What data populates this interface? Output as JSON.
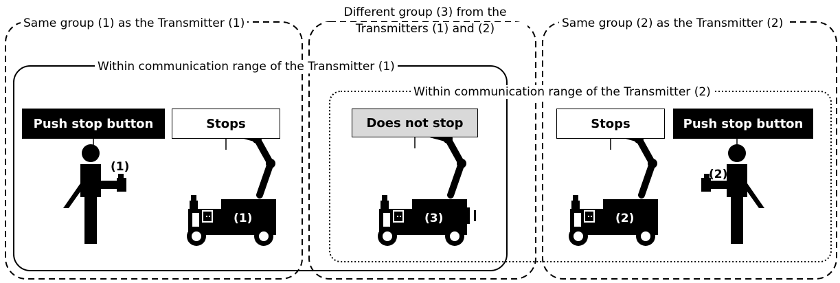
{
  "groups": {
    "left_label": "Same group (1) as the Transmitter (1)",
    "middle_label_line1": "Different group (3) from the",
    "middle_label_line2": "Transmitters (1) and (2)",
    "right_label": "Same group (2) as the Transmitter (2)"
  },
  "ranges": {
    "transmitter1_label": "Within communication range of the Transmitter (1)",
    "transmitter2_label": "Within communication range of the Transmitter (2)"
  },
  "scenes": {
    "operator1": {
      "box": "Push stop button",
      "tag": "(1)"
    },
    "machine1": {
      "box": "Stops",
      "tag": "(1)"
    },
    "machine3": {
      "box": "Does not stop",
      "tag": "(3)"
    },
    "machine2": {
      "box": "Stops",
      "tag": "(2)"
    },
    "operator2": {
      "box": "Push stop button",
      "tag": "(2)"
    }
  },
  "colors": {
    "dark_box": "#000000",
    "gray_box": "#d9d9d9",
    "line": "#000000"
  },
  "icons": [
    "person-icon",
    "robot-machine-icon",
    "vibration-lines-icon"
  ]
}
